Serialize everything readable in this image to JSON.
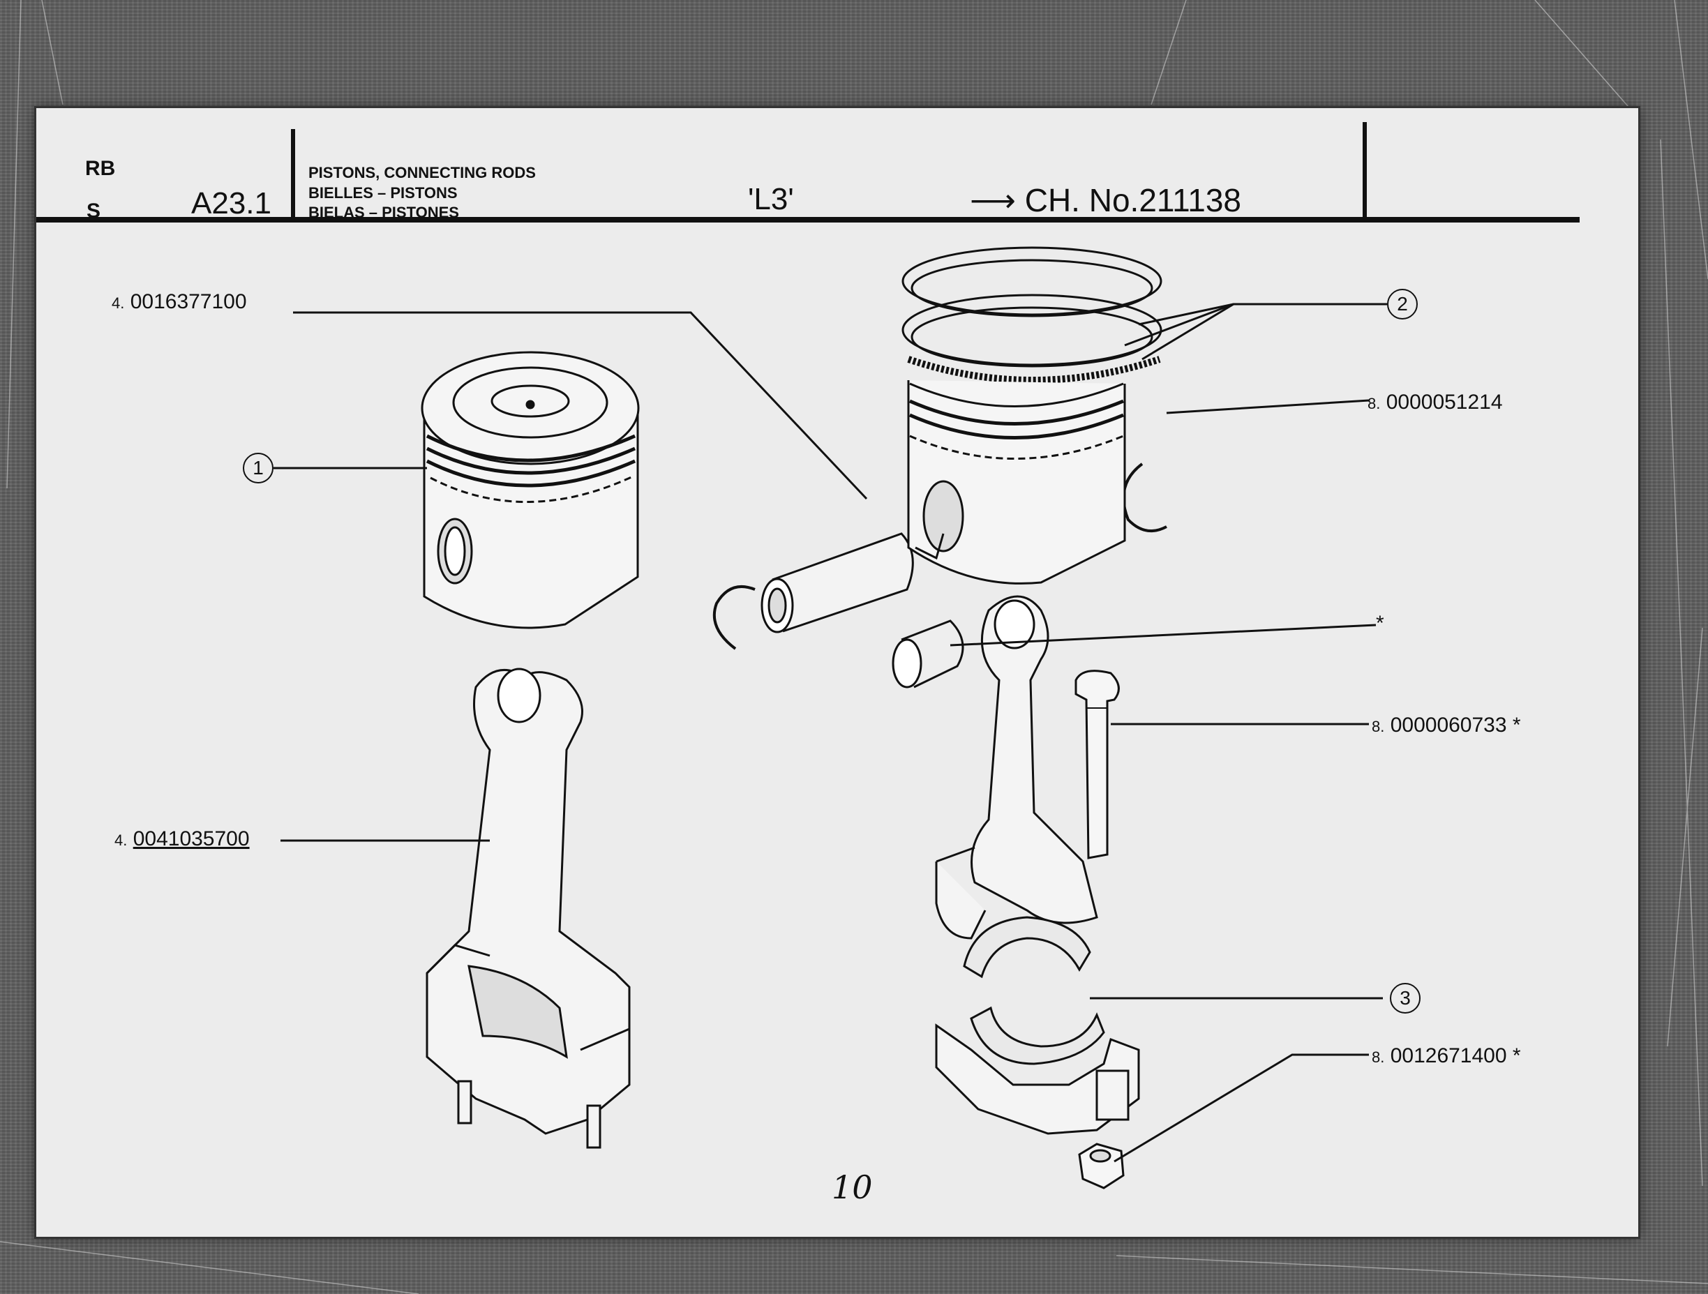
{
  "header": {
    "rb": "RB",
    "s": "S",
    "section_code": "A23.1",
    "title_en": "PISTONS, CONNECTING RODS",
    "title_fr": "BIELLES – PISTONS",
    "title_es": "BIELAS – PISTONES",
    "model": "'L3'",
    "chassis": "CH. No.211138",
    "chassis_arrow": "⟶"
  },
  "parts": [
    {
      "prefix": "4.",
      "number": "0016377100",
      "star": ""
    },
    {
      "prefix": "8.",
      "number": "0000051214",
      "star": ""
    },
    {
      "prefix": "",
      "number": "",
      "star": "*"
    },
    {
      "prefix": "8.",
      "number": "0000060733",
      "star": "*"
    },
    {
      "prefix": "4.",
      "number": "0041035700",
      "star": ""
    },
    {
      "prefix": "8.",
      "number": "0012671400",
      "star": "*"
    }
  ],
  "callouts": [
    "1",
    "2",
    "3"
  ],
  "page_number": "10",
  "icons": [
    "piston-icon",
    "piston-ring-set-icon",
    "piston-pin-icon",
    "circlip-icon",
    "connecting-rod-icon",
    "rod-bushing-icon",
    "rod-bolt-icon",
    "bearing-shell-icon",
    "rod-nut-icon"
  ]
}
